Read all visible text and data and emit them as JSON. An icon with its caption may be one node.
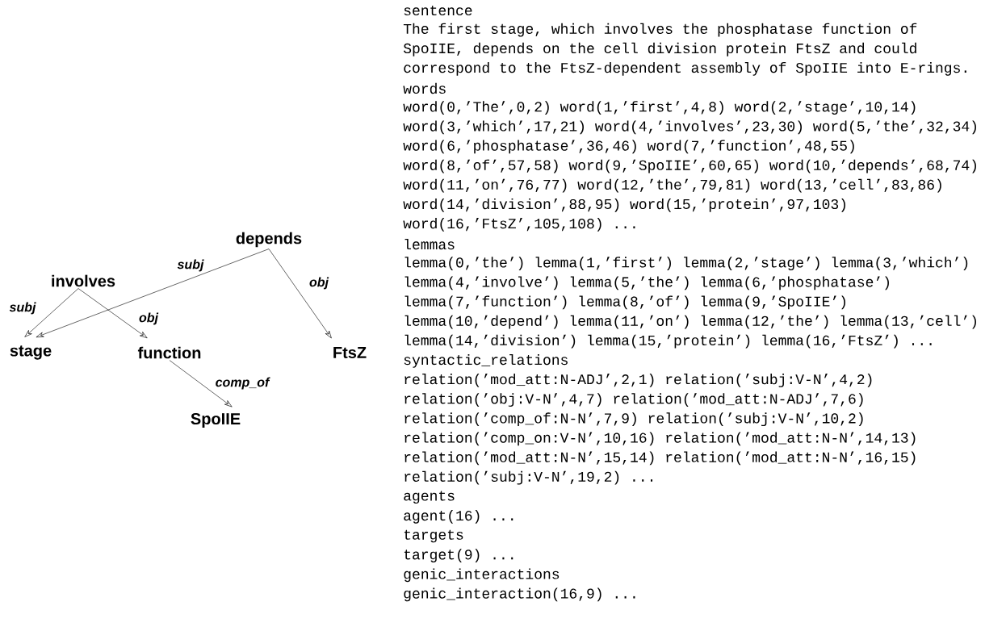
{
  "diagram": {
    "nodes": [
      {
        "text": [
          "depends"
        ]
      },
      {
        "text": [
          "involves"
        ]
      },
      {
        "text": [
          "stage"
        ]
      },
      {
        "text": [
          "function"
        ]
      },
      {
        "text": [
          "FtsZ"
        ]
      },
      {
        "text": [
          "SpoIIE"
        ]
      }
    ],
    "edges": [
      {
        "from": 0,
        "to": 2,
        "arrow": "to",
        "label": "subj"
      },
      {
        "from": 0,
        "to": 4,
        "arrow": "to",
        "label": "obj"
      },
      {
        "from": 1,
        "to": 2,
        "arrow": "to",
        "label": "subj"
      },
      {
        "from": 1,
        "to": 3,
        "arrow": "to",
        "label": "obj"
      },
      {
        "from": 3,
        "to": 5,
        "arrow": "to",
        "label": "comp_of"
      }
    ],
    "labels": [
      "sentence",
      "The first stage, which involves the phosphatase function of",
      "SpoIIE, depends on the cell division protein FtsZ and could",
      "correspond to the FtsZ-dependent assembly of SpoIIE into E-rings.",
      "words",
      "word(0,’The’,0,2) word(1,’first’,4,8) word(2,’stage’,10,14)",
      "word(3,’which’,17,21) word(4,’involves’,23,30) word(5,’the’,32,34)",
      "word(6,’phosphatase’,36,46) word(7,’function’,48,55)",
      "word(8,’of’,57,58) word(9,’SpoIIE’,60,65) word(10,’depends’,68,74)",
      "word(11,’on’,76,77) word(12,’the’,79,81) word(13,’cell’,83,86)",
      "word(14,’division’,88,95) word(15,’protein’,97,103)",
      "word(16,’FtsZ’,105,108) ...",
      "lemmas",
      "lemma(0,’the’) lemma(1,’first’) lemma(2,’stage’) lemma(3,’which’)",
      "lemma(4,’involve’) lemma(5,’the’) lemma(6,’phosphatase’)",
      "lemma(7,’function’) lemma(8,’of’) lemma(9,’SpoIIE’)",
      "lemma(10,’depend’) lemma(11,’on’) lemma(12,’the’) lemma(13,’cell’)",
      "lemma(14,’division’) lemma(15,’protein’) lemma(16,’FtsZ’) ...",
      "syntactic_relations",
      "relation(’mod_att:N-ADJ’,2,1) relation(’subj:V-N’,4,2)",
      "relation(’obj:V-N’,4,7) relation(’mod_att:N-ADJ’,7,6)",
      "relation(’comp_of:N-N’,7,9) relation(’subj:V-N’,10,2)",
      "relation(’comp_on:V-N’,10,16) relation(’mod_att:N-N’,14,13)",
      "relation(’mod_att:N-N’,15,14) relation(’mod_att:N-N’,16,15)",
      "relation(’subj:V-N’,19,2) ...",
      "agents",
      "agent(16) ...",
      "targets",
      "target(9) ...",
      "genic_interactions",
      "genic_interaction(16,9) ..."
    ]
  }
}
